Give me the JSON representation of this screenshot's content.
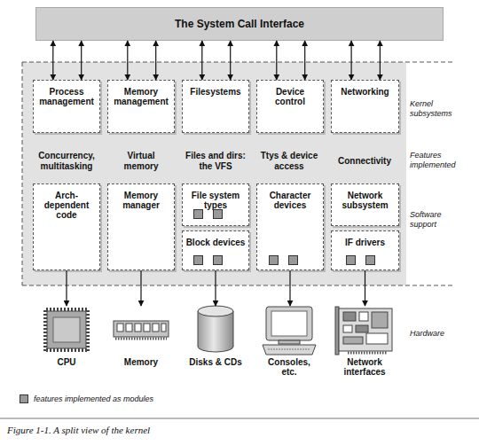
{
  "diagram": {
    "caption": "Figure 1-1. A split view of the kernel",
    "nodes": [
      {
        "text": [
          "The System Call Interface"
        ]
      },
      {
        "text": [
          "Process management"
        ]
      },
      {
        "text": [
          "Memory management"
        ]
      },
      {
        "text": [
          "Filesystems"
        ]
      },
      {
        "text": [
          "Device control"
        ]
      },
      {
        "text": [
          "Networking"
        ]
      },
      {
        "text": [
          "Arch-dependent code"
        ]
      },
      {
        "text": [
          "Memory manager"
        ]
      },
      {
        "text": [
          "File system types"
        ]
      },
      {
        "text": [
          "Block devices"
        ]
      },
      {
        "text": [
          "Character devices"
        ]
      },
      {
        "text": [
          "Network subsystem"
        ]
      },
      {
        "text": [
          "IF drivers"
        ]
      },
      {
        "text": [
          "CPU"
        ]
      },
      {
        "text": [
          "Memory"
        ]
      },
      {
        "text": [
          "Disks & CDs"
        ]
      },
      {
        "text": [
          "Consoles, etc."
        ]
      },
      {
        "text": [
          "Network interfaces"
        ]
      }
    ],
    "edges": [
      {
        "from": 0,
        "to": 1,
        "arrow": "both"
      },
      {
        "from": 0,
        "to": 1,
        "arrow": "both"
      },
      {
        "from": 0,
        "to": 2,
        "arrow": "both"
      },
      {
        "from": 0,
        "to": 2,
        "arrow": "both"
      },
      {
        "from": 0,
        "to": 3,
        "arrow": "both"
      },
      {
        "from": 0,
        "to": 3,
        "arrow": "both"
      },
      {
        "from": 0,
        "to": 4,
        "arrow": "both"
      },
      {
        "from": 0,
        "to": 4,
        "arrow": "both"
      },
      {
        "from": 0,
        "to": 5,
        "arrow": "both"
      },
      {
        "from": 0,
        "to": 5,
        "arrow": "both"
      },
      {
        "from": 6,
        "to": 13,
        "arrow": "to"
      },
      {
        "from": 7,
        "to": 14,
        "arrow": "to"
      },
      {
        "from": 9,
        "to": 15,
        "arrow": "to"
      },
      {
        "from": 10,
        "to": 16,
        "arrow": "to"
      },
      {
        "from": 12,
        "to": 17,
        "arrow": "to"
      }
    ],
    "labels": [
      "Kernel subsystems",
      "Concurrency, multitasking",
      "Virtual memory",
      "Files and dirs: the VFS",
      "Ttys & device access",
      "Connectivity",
      "Features implemented",
      "Software support",
      "Hardware"
    ],
    "legend": [
      {
        "text": "features implemented as modules",
        "color": "#999999"
      }
    ]
  }
}
